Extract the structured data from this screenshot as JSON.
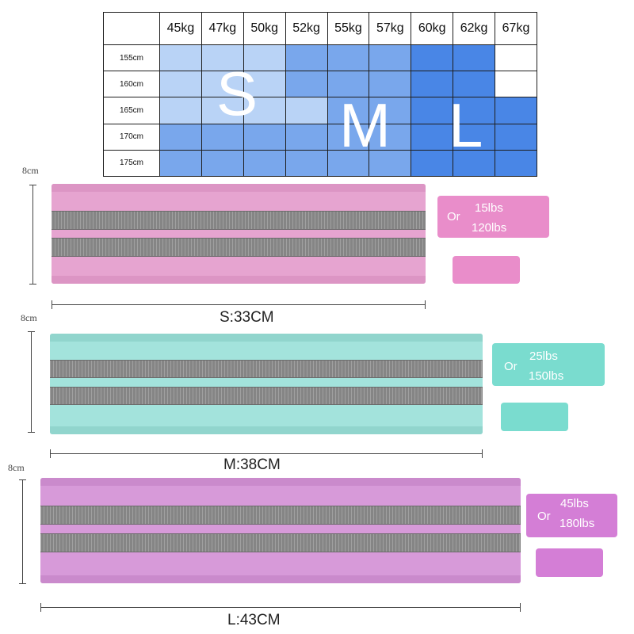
{
  "size_chart": {
    "weights": [
      "45kg",
      "47kg",
      "50kg",
      "52kg",
      "55kg",
      "57kg",
      "60kg",
      "62kg",
      "67kg"
    ],
    "rows": [
      {
        "height": "155cm",
        "cells": [
          "s",
          "s",
          "s",
          "m",
          "m",
          "m",
          "l",
          "l",
          "w"
        ]
      },
      {
        "height": "160cm",
        "cells": [
          "s",
          "s",
          "s",
          "m",
          "m",
          "m",
          "l",
          "l",
          "w"
        ]
      },
      {
        "height": "165cm",
        "cells": [
          "s",
          "s",
          "s",
          "s",
          "m",
          "m",
          "l",
          "l",
          "l"
        ]
      },
      {
        "height": "170cm",
        "cells": [
          "m",
          "m",
          "m",
          "m",
          "m",
          "m",
          "l",
          "l",
          "l"
        ]
      },
      {
        "height": "175cm",
        "cells": [
          "m",
          "m",
          "m",
          "m",
          "m",
          "m",
          "l",
          "l",
          "l"
        ]
      }
    ],
    "size_letters": {
      "s": "S",
      "m": "M",
      "l": "L"
    },
    "colors": {
      "s": "#b9d3f6",
      "m": "#79a7ec",
      "l": "#4986e6",
      "w": "#ffffff"
    }
  },
  "bands": [
    {
      "height_label": "8cm",
      "width_label": "S:33CM",
      "or_label": "Or",
      "resistance_1": "15lbs",
      "resistance_2": "120lbs",
      "color": "#e6a4d0"
    },
    {
      "height_label": "8cm",
      "width_label": "M:38CM",
      "or_label": "Or",
      "resistance_1": "25lbs",
      "resistance_2": "150lbs",
      "color": "#a3e3dc"
    },
    {
      "height_label": "8cm",
      "width_label": "L:43CM",
      "or_label": "Or",
      "resistance_1": "45lbs",
      "resistance_2": "180lbs",
      "color": "#d79ad9"
    }
  ]
}
